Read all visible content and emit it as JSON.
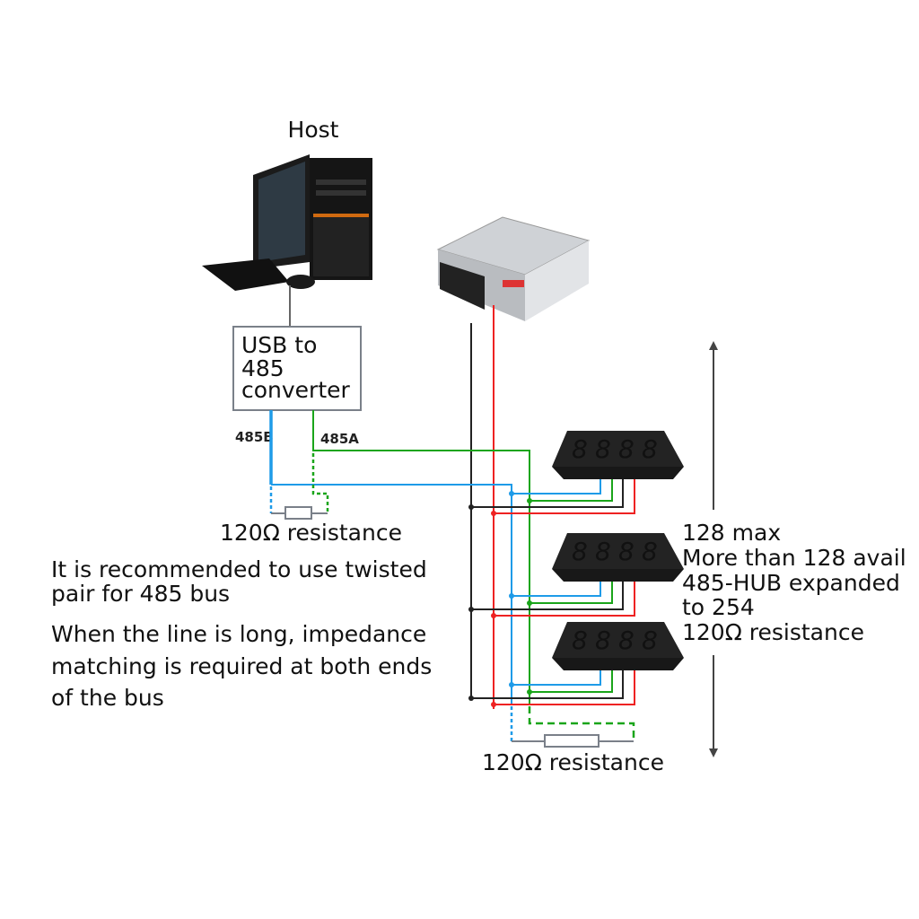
{
  "host": {
    "title": "Host"
  },
  "converter": {
    "lines": [
      "USB to",
      "485",
      "converter"
    ]
  },
  "wires": {
    "b_label": "485B",
    "a_label": "485A"
  },
  "resistor_top": {
    "label": "120Ω resistance"
  },
  "resistor_bottom": {
    "label": "120Ω resistance"
  },
  "notes": {
    "lines": [
      "It is recommended to use twisted",
      "pair for 485 bus",
      "When the line is long, impedance",
      "matching is required at both ends",
      "of the bus"
    ]
  },
  "capacity": {
    "lines": [
      "128 max",
      "More than 128 avail",
      "485-HUB expanded",
      "to 254",
      "120Ω resistance"
    ]
  },
  "colors": {
    "blue": "#1e9be8",
    "green": "#1aa51a",
    "black": "#222222",
    "red": "#ee2222"
  }
}
